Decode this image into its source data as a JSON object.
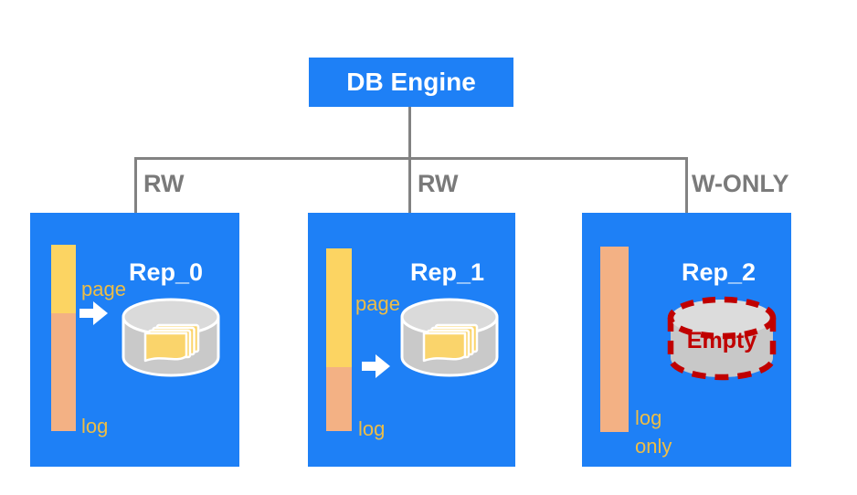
{
  "root": {
    "label": "DB Engine"
  },
  "branches": [
    {
      "label": "RW"
    },
    {
      "label": "RW"
    },
    {
      "label": "W-ONLY"
    }
  ],
  "replicas": [
    {
      "name": "Rep_0",
      "page_label": "page",
      "log_label": "log",
      "buffer": {
        "page_fraction": 0.37,
        "log_fraction": 0.63
      },
      "disk_state": "has-pages"
    },
    {
      "name": "Rep_1",
      "page_label": "page",
      "log_label": "log",
      "buffer": {
        "page_fraction": 0.65,
        "log_fraction": 0.35
      },
      "disk_state": "has-pages"
    },
    {
      "name": "Rep_2",
      "log_label": "log",
      "only_label": "only",
      "disk_label": "Empty",
      "buffer": {
        "page_fraction": 0.0,
        "log_fraction": 1.0
      },
      "disk_state": "empty"
    }
  ],
  "icons": {
    "disk": "database-cylinder-icon",
    "pages": "stacked-pages-icon",
    "arrow": "flush-arrow-icon",
    "empty_disk": "empty-database-dashed-icon"
  },
  "colors": {
    "box_blue": "#1e80f6",
    "bar_yellow": "#fcd462",
    "bar_salmon": "#f3b184",
    "gold_text": "#eebd45",
    "line_gray": "#828282",
    "label_gray": "#7a7a7a",
    "disk_gray": "#c9c9c9",
    "disk_top_gray": "#dadada",
    "pages_yellow": "#fad46b",
    "empty_red": "#c00000",
    "text_white": "#ffffff"
  }
}
